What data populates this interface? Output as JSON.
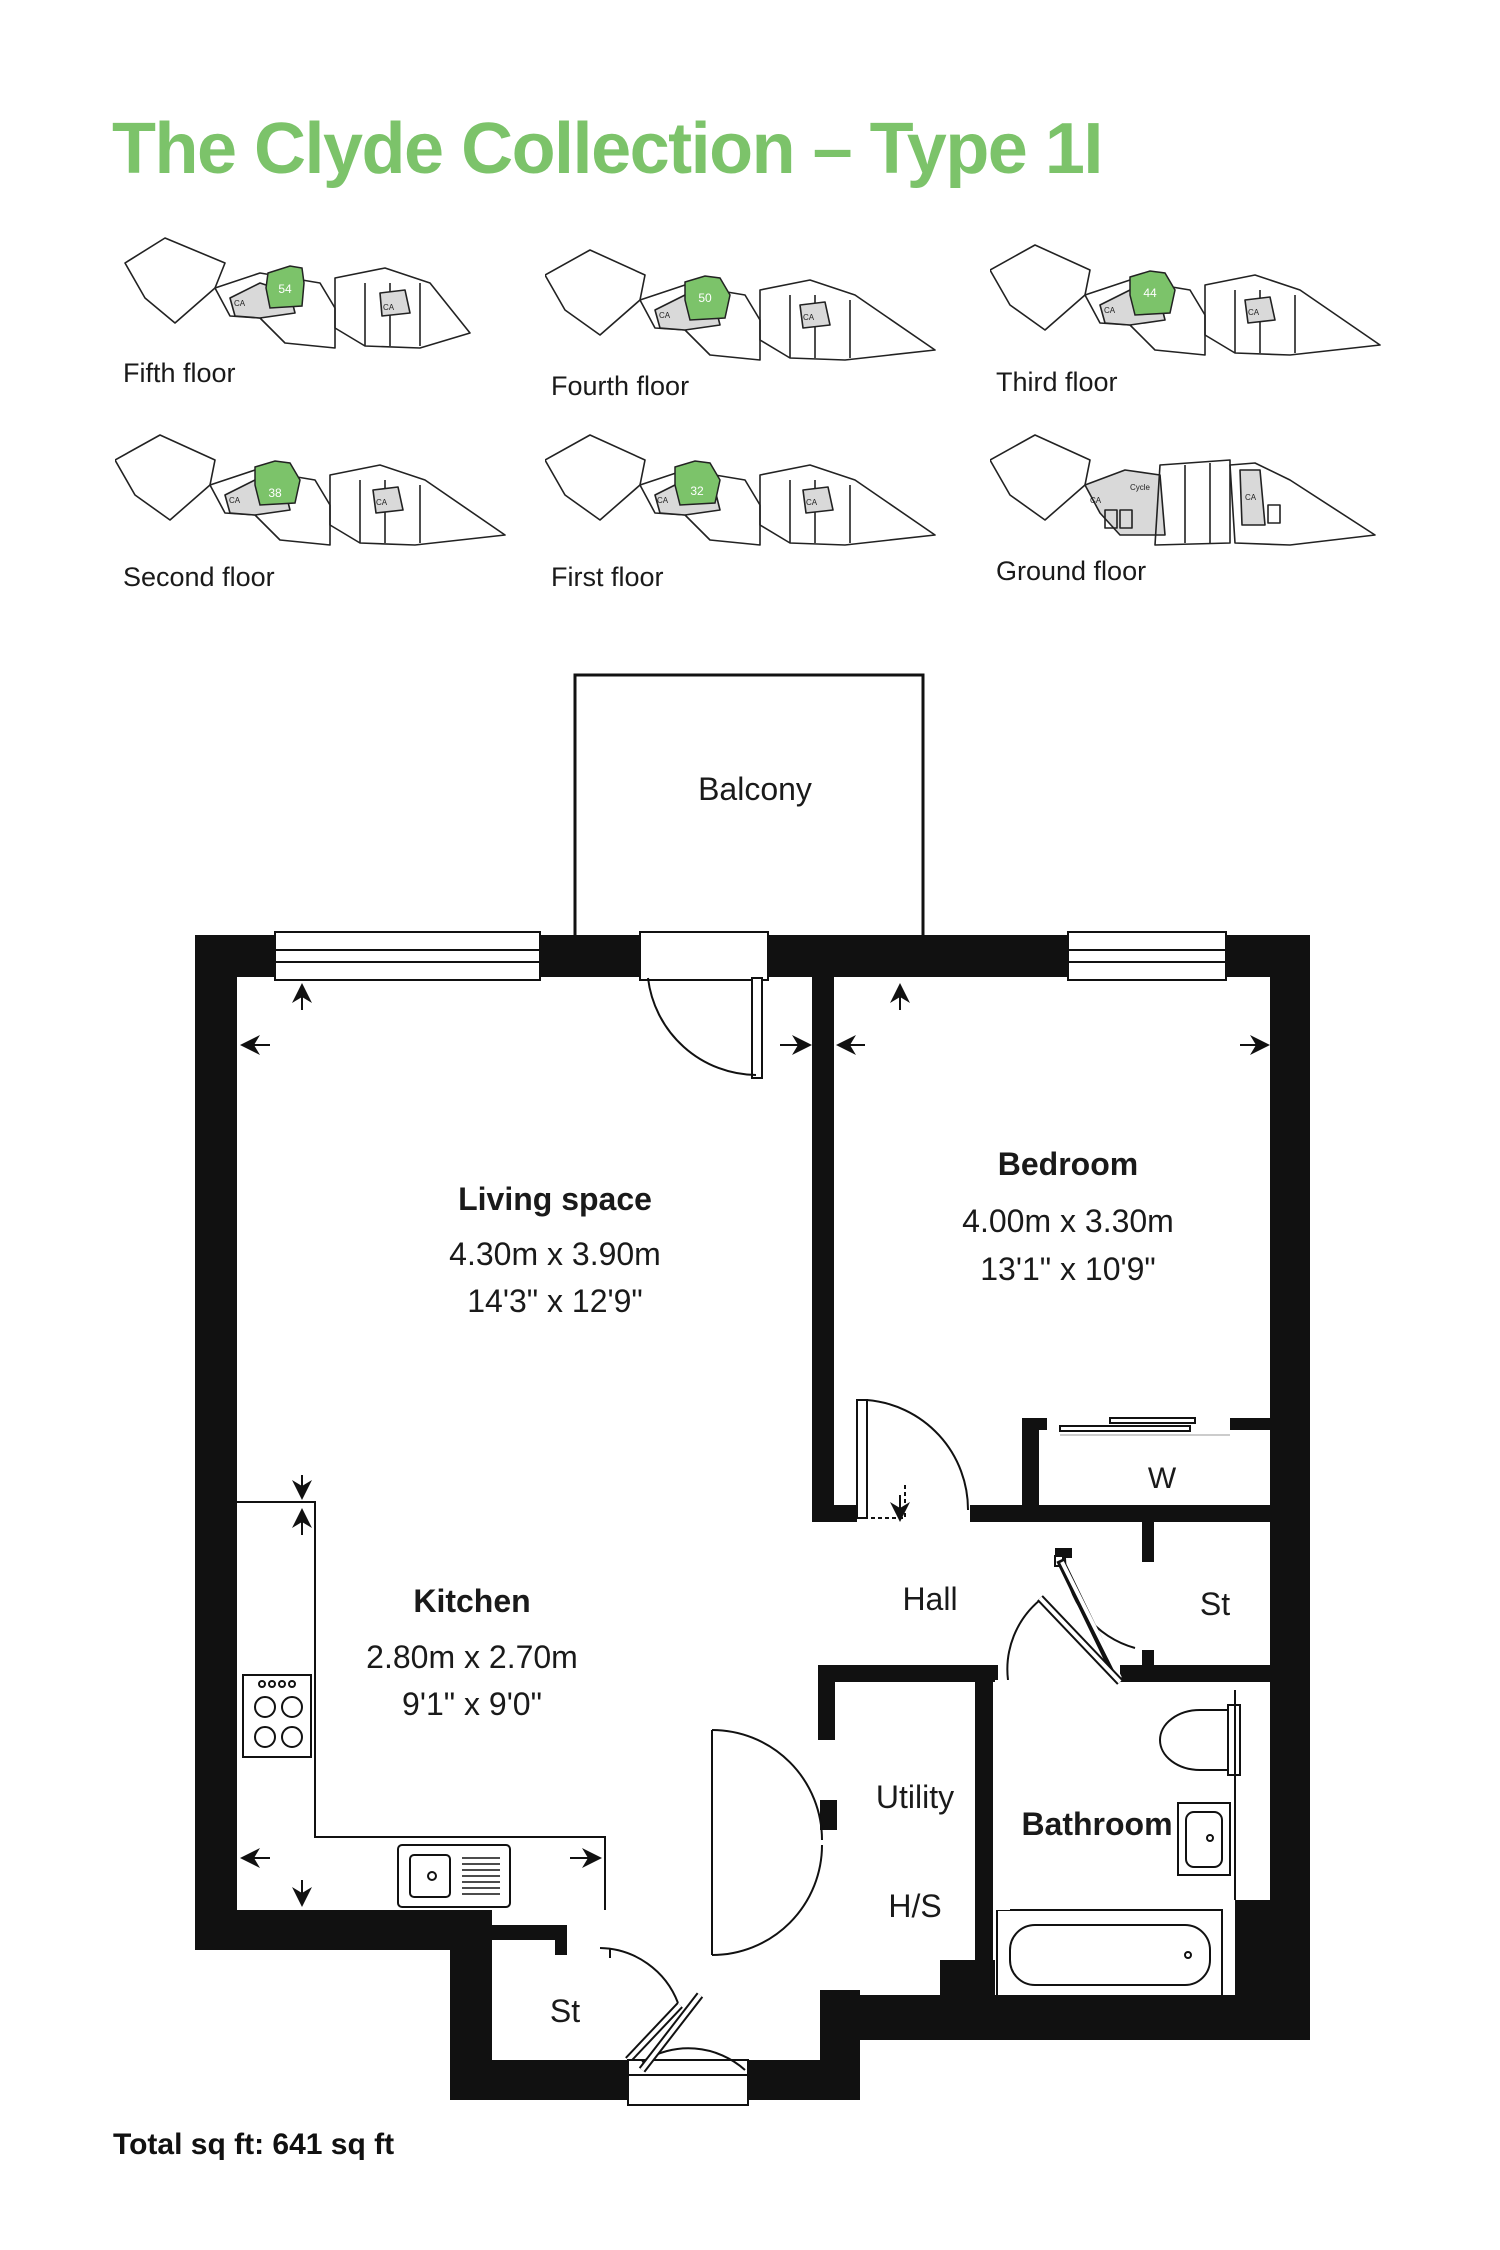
{
  "title": "The Clyde Collection – Type 1I",
  "accent_color": "#7cc36a",
  "keyplans": [
    {
      "label": "Fifth floor",
      "unit": "54",
      "highlight": true
    },
    {
      "label": "Fourth floor",
      "unit": "50",
      "highlight": true
    },
    {
      "label": "Third floor",
      "unit": "44",
      "highlight": true
    },
    {
      "label": "Second floor",
      "unit": "38",
      "highlight": true
    },
    {
      "label": "First floor",
      "unit": "32",
      "highlight": true
    },
    {
      "label": "Ground floor",
      "unit": "Cycle",
      "highlight": false
    }
  ],
  "keyplan_ca": "CA",
  "rooms": {
    "balcony": {
      "name": "Balcony"
    },
    "living": {
      "name": "Living space",
      "metric": "4.30m x 3.90m",
      "imperial": "14'3\" x 12'9\""
    },
    "bedroom": {
      "name": "Bedroom",
      "metric": "4.00m x 3.30m",
      "imperial": "13'1\" x 10'9\""
    },
    "kitchen": {
      "name": "Kitchen",
      "metric": "2.80m x 2.70m",
      "imperial": "9'1\" x 9'0\""
    },
    "wardrobe": {
      "name": "W"
    },
    "hall": {
      "name": "Hall"
    },
    "store_hall": {
      "name": "St"
    },
    "utility": {
      "name": "Utility"
    },
    "hs": {
      "name": "H/S"
    },
    "bathroom": {
      "name": "Bathroom"
    },
    "store_entry": {
      "name": "St"
    }
  },
  "total": "Total sq ft: 641 sq ft"
}
